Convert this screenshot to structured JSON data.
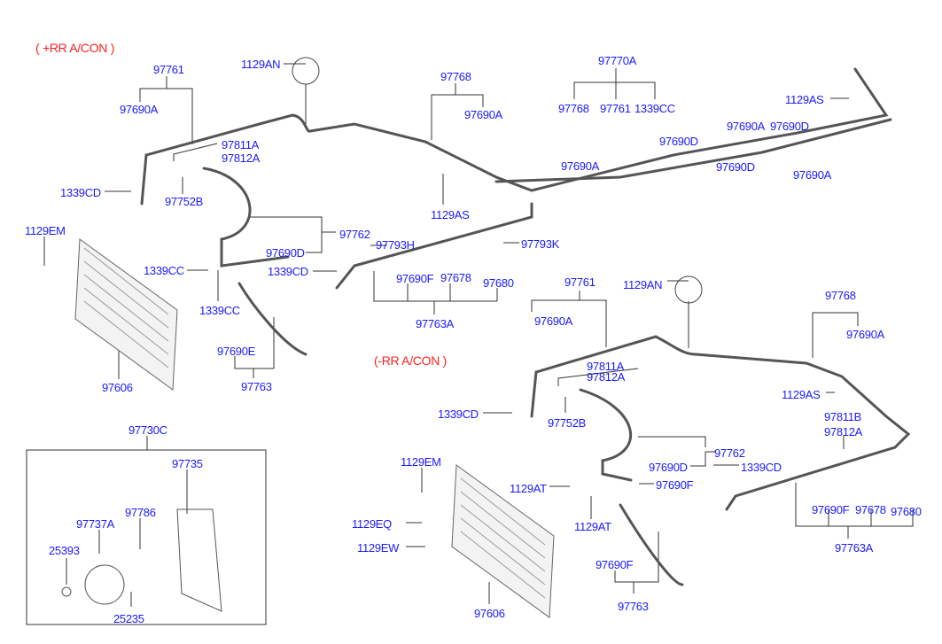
{
  "colors": {
    "label": "#1a1aff",
    "variant": "#ff2020",
    "line": "#444444"
  },
  "variants": {
    "with_rear_ac": "( +RR A/CON )",
    "without_rear_ac": "(-RR A/CON )"
  },
  "labels": [
    "97761",
    "97690A",
    "1129AN",
    "97768",
    "97690A",
    "97770A",
    "97768",
    "97761",
    "1339CC",
    "1129AS",
    "97690D",
    "97690A",
    "97690D",
    "97690D",
    "97690A",
    "97690A",
    "97811A",
    "97812A",
    "1339CD",
    "97752B",
    "1129AS",
    "1129EM",
    "97762",
    "97793H",
    "97690D",
    "97793K",
    "1339CC",
    "1339CD",
    "1339CC",
    "97690F",
    "97678",
    "97680",
    "97763A",
    "97690E",
    "97763",
    "97606",
    "97761",
    "1129AN",
    "97690A",
    "97768",
    "97690A",
    "97811A",
    "97812A",
    "1339CD",
    "97752B",
    "1129AS",
    "97811B",
    "97812A",
    "97762",
    "97690D",
    "1339CD",
    "1129EM",
    "1129AT",
    "97690F",
    "1129AT",
    "97690F",
    "97678",
    "97680",
    "97763A",
    "1129EQ",
    "1129EW",
    "97690F",
    "97763",
    "97606",
    "97730C",
    "97735",
    "97737A",
    "97786",
    "25393",
    "25235"
  ]
}
